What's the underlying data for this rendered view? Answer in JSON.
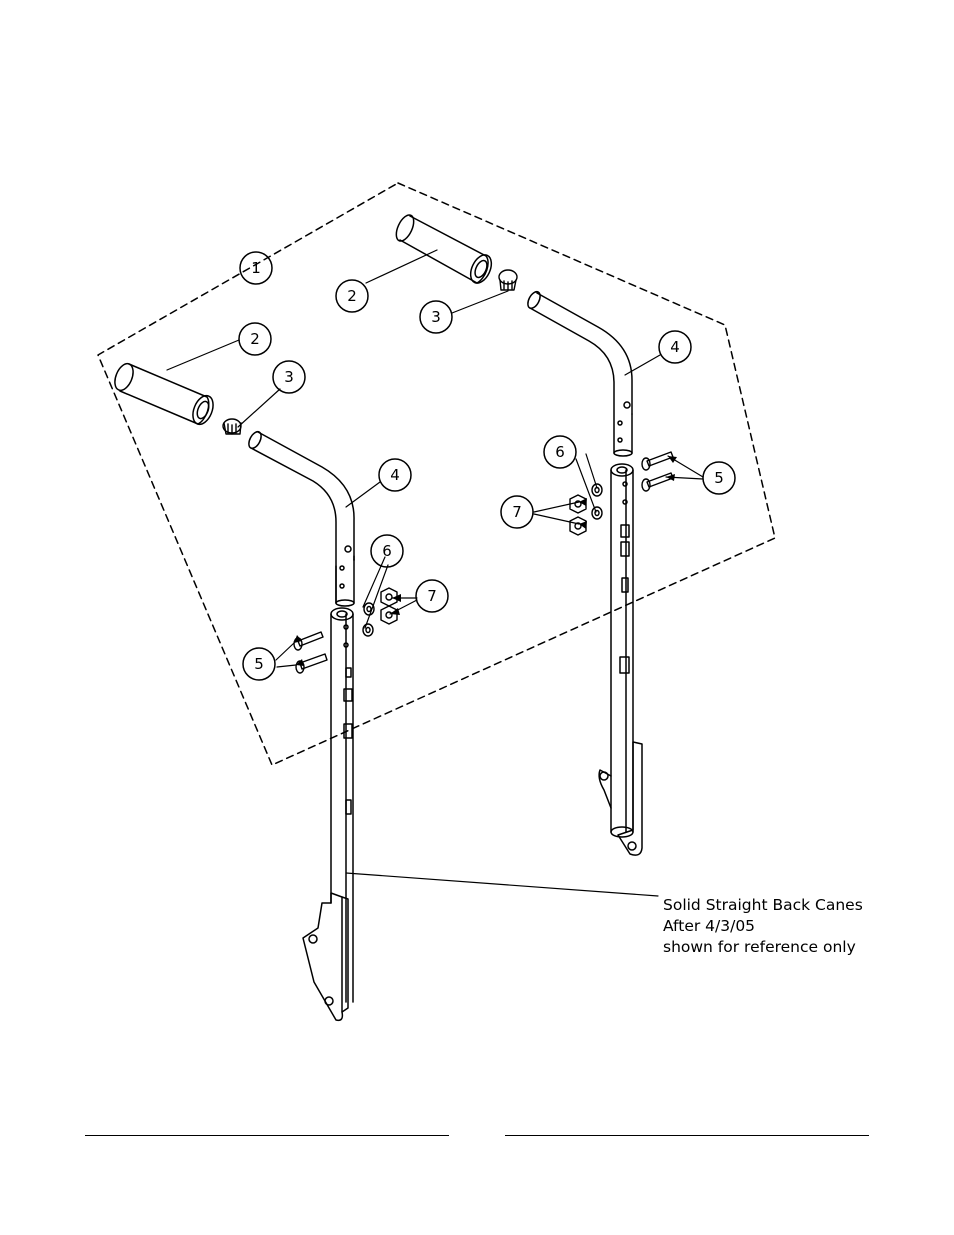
{
  "diagram": {
    "callouts": {
      "c1": "1",
      "c2a": "2",
      "c2b": "2",
      "c3a": "3",
      "c3b": "3",
      "c4a": "4",
      "c4b": "4",
      "c5a": "5",
      "c5b": "5",
      "c6a": "6",
      "c6b": "6",
      "c7a": "7",
      "c7b": "7"
    },
    "note": {
      "line1": "Solid Straight Back Canes",
      "line2": "After 4/3/05",
      "line3": "shown for reference only"
    }
  }
}
